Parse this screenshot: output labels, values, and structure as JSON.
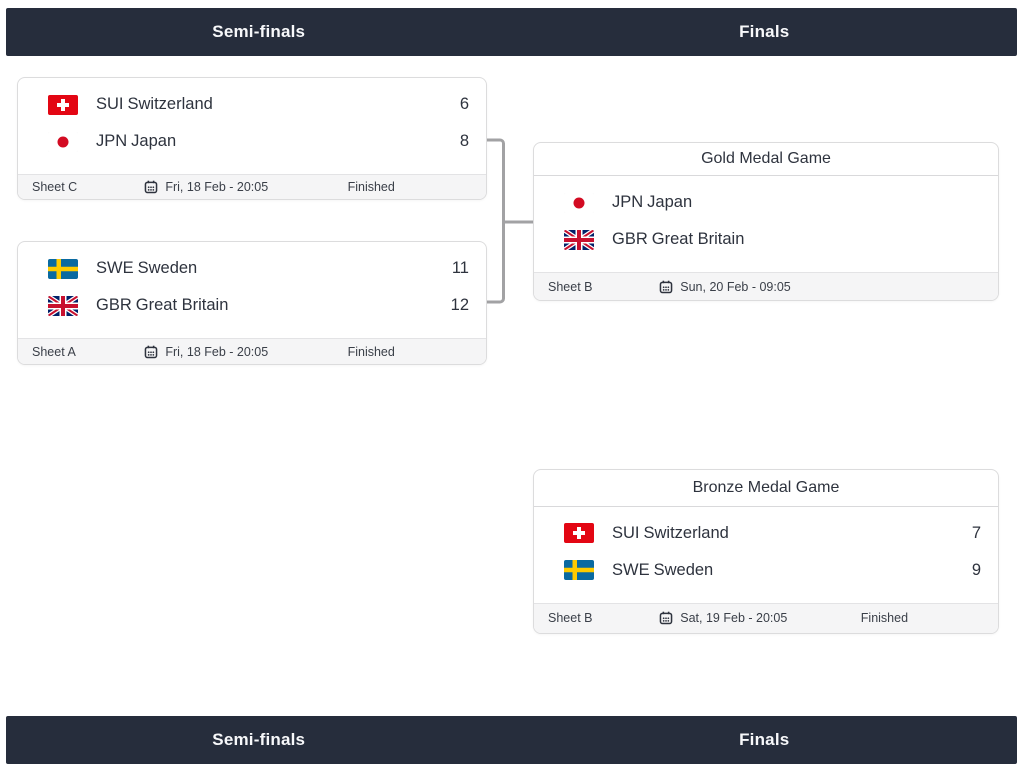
{
  "header_bar": {
    "left_label": "Semi-finals",
    "right_label": "Finals"
  },
  "footer_bar": {
    "left_label": "Semi-finals",
    "right_label": "Finals"
  },
  "colors": {
    "bar_bg": "#262d3c",
    "bar_text": "#f7f8fa",
    "card_border": "#dcdcdd",
    "card_footer_bg": "#f5f5f6",
    "connector": "#a2a2a4",
    "team_text": "#2e333e",
    "flag_sui_red": "#e30613",
    "flag_jpn_red": "#d30b22",
    "flag_swe_blue": "#0a6aa1",
    "flag_swe_yellow": "#fecb00",
    "flag_gbr_blue": "#012169",
    "flag_gbr_red": "#c8102e"
  },
  "icons": {
    "calendar": "calendar-icon"
  },
  "matches": [
    {
      "teams": [
        {
          "flag": "sui",
          "code": "SUI",
          "name": "Switzerland",
          "score": "6"
        },
        {
          "flag": "jpn",
          "code": "JPN",
          "name": "Japan",
          "score": "8"
        }
      ],
      "footer": {
        "sheet": "Sheet C",
        "date": "Fri, 18 Feb - 20:05",
        "status": "Finished"
      }
    },
    {
      "teams": [
        {
          "flag": "swe",
          "code": "SWE",
          "name": "Sweden",
          "score": "11"
        },
        {
          "flag": "gbr",
          "code": "GBR",
          "name": "Great Britain",
          "score": "12"
        }
      ],
      "footer": {
        "sheet": "Sheet A",
        "date": "Fri, 18 Feb - 20:05",
        "status": "Finished"
      }
    },
    {
      "title": "Gold Medal Game",
      "teams": [
        {
          "flag": "jpn",
          "code": "JPN",
          "name": "Japan",
          "score": ""
        },
        {
          "flag": "gbr",
          "code": "GBR",
          "name": "Great Britain",
          "score": ""
        }
      ],
      "footer": {
        "sheet": "Sheet B",
        "date": "Sun, 20 Feb - 09:05",
        "status": ""
      }
    },
    {
      "title": "Bronze Medal Game",
      "teams": [
        {
          "flag": "sui",
          "code": "SUI",
          "name": "Switzerland",
          "score": "7"
        },
        {
          "flag": "swe",
          "code": "SWE",
          "name": "Sweden",
          "score": "9"
        }
      ],
      "footer": {
        "sheet": "Sheet B",
        "date": "Sat, 19 Feb - 20:05",
        "status": "Finished"
      }
    }
  ]
}
